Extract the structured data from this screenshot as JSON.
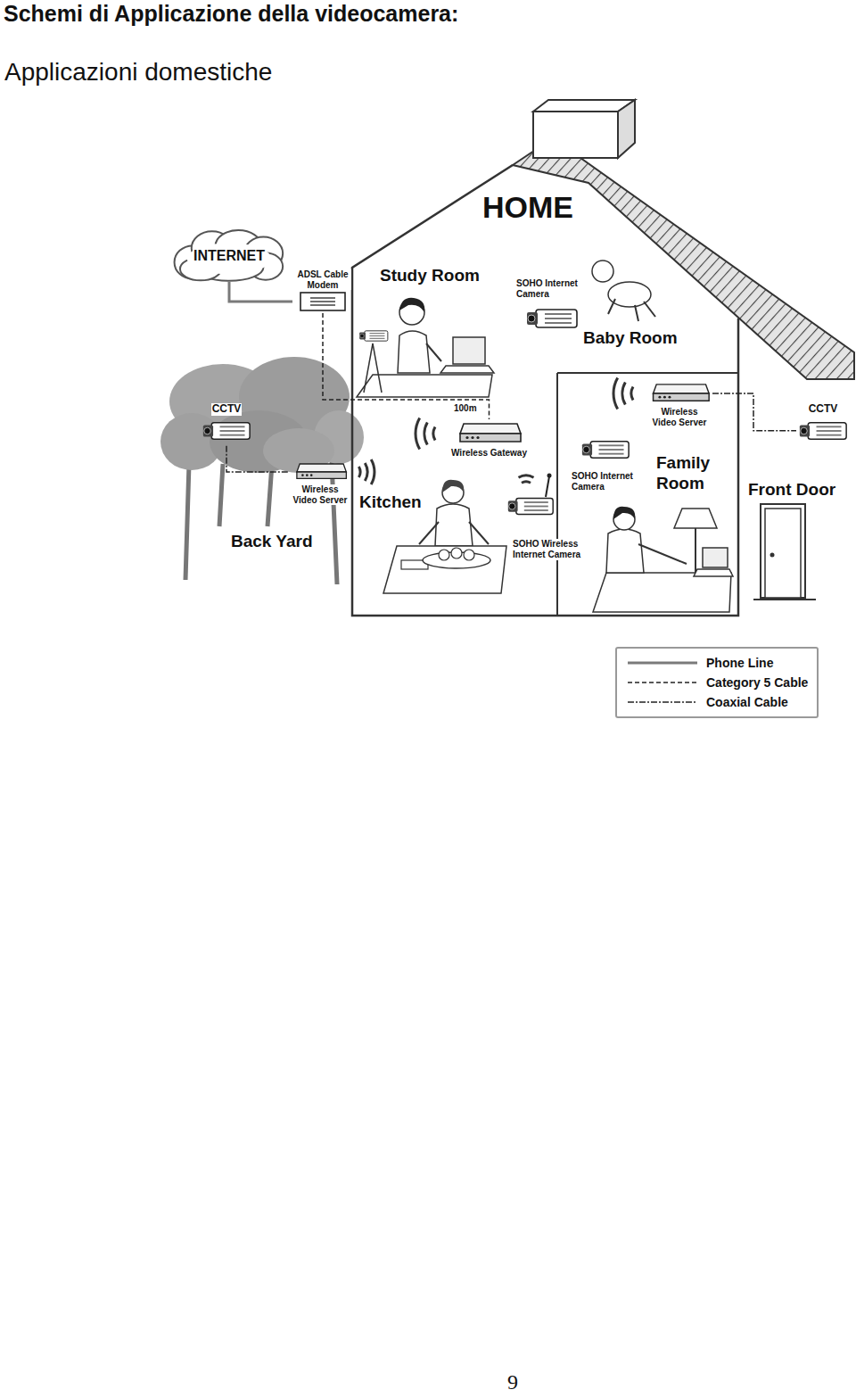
{
  "diagram": {
    "title": "Schemi di Applicazione della videocamera:",
    "nodes": [
      {
        "text": [
          "INTERNET"
        ]
      },
      {
        "text": [
          "ADSL Cable Modem"
        ]
      },
      {
        "text": [
          "CCTV"
        ]
      },
      {
        "text": [
          "Wireless Gateway"
        ]
      },
      {
        "text": [
          "Wireless Video Server"
        ]
      },
      {
        "text": [
          "CCTV"
        ]
      },
      {
        "text": [
          "Wireless Video Server"
        ]
      }
    ],
    "edges": [
      {
        "from": 0,
        "to": 1,
        "arrow": "none"
      },
      {
        "from": 1,
        "to": 3,
        "arrow": "none"
      },
      {
        "from": 2,
        "to": 6,
        "arrow": "none"
      },
      {
        "from": 4,
        "to": 5,
        "arrow": "none"
      }
    ],
    "labels": [
      "Applicazioni domestiche",
      "HOME",
      "Study Room",
      "SOHO Internet Camera",
      "Baby Room",
      "100m",
      "Kitchen",
      "SOHO Internet Camera",
      "Family Room",
      "SOHO Wireless Internet Camera",
      "Front Door",
      "Back Yard",
      "9"
    ],
    "legend": [
      {
        "text": "Phone Line"
      },
      {
        "text": "Category 5 Cable"
      },
      {
        "text": "Coaxial Cable"
      }
    ]
  }
}
